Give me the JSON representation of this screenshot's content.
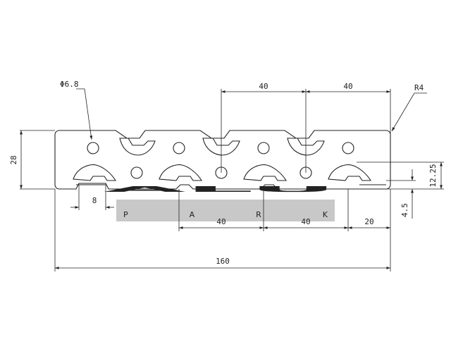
{
  "drawing": {
    "line_color": "#222222",
    "dimensions": {
      "hole_diameter": "Φ6.8",
      "radius": "R4",
      "height": "28",
      "top_pitch_1": "40",
      "top_pitch_2": "40",
      "slot_width": "8",
      "bottom_pitch_1": "40",
      "bottom_pitch_2": "40",
      "end_offset": "20",
      "total_width": "160",
      "slot_height": "12.25",
      "slot_depth": "4.5"
    }
  },
  "watermark": {
    "title": "ALU",
    "subtitle": "P A R K",
    "title_color": "#b9cdea",
    "band_color": "#c8c8c8",
    "subtitle_color": "#ffffff"
  }
}
